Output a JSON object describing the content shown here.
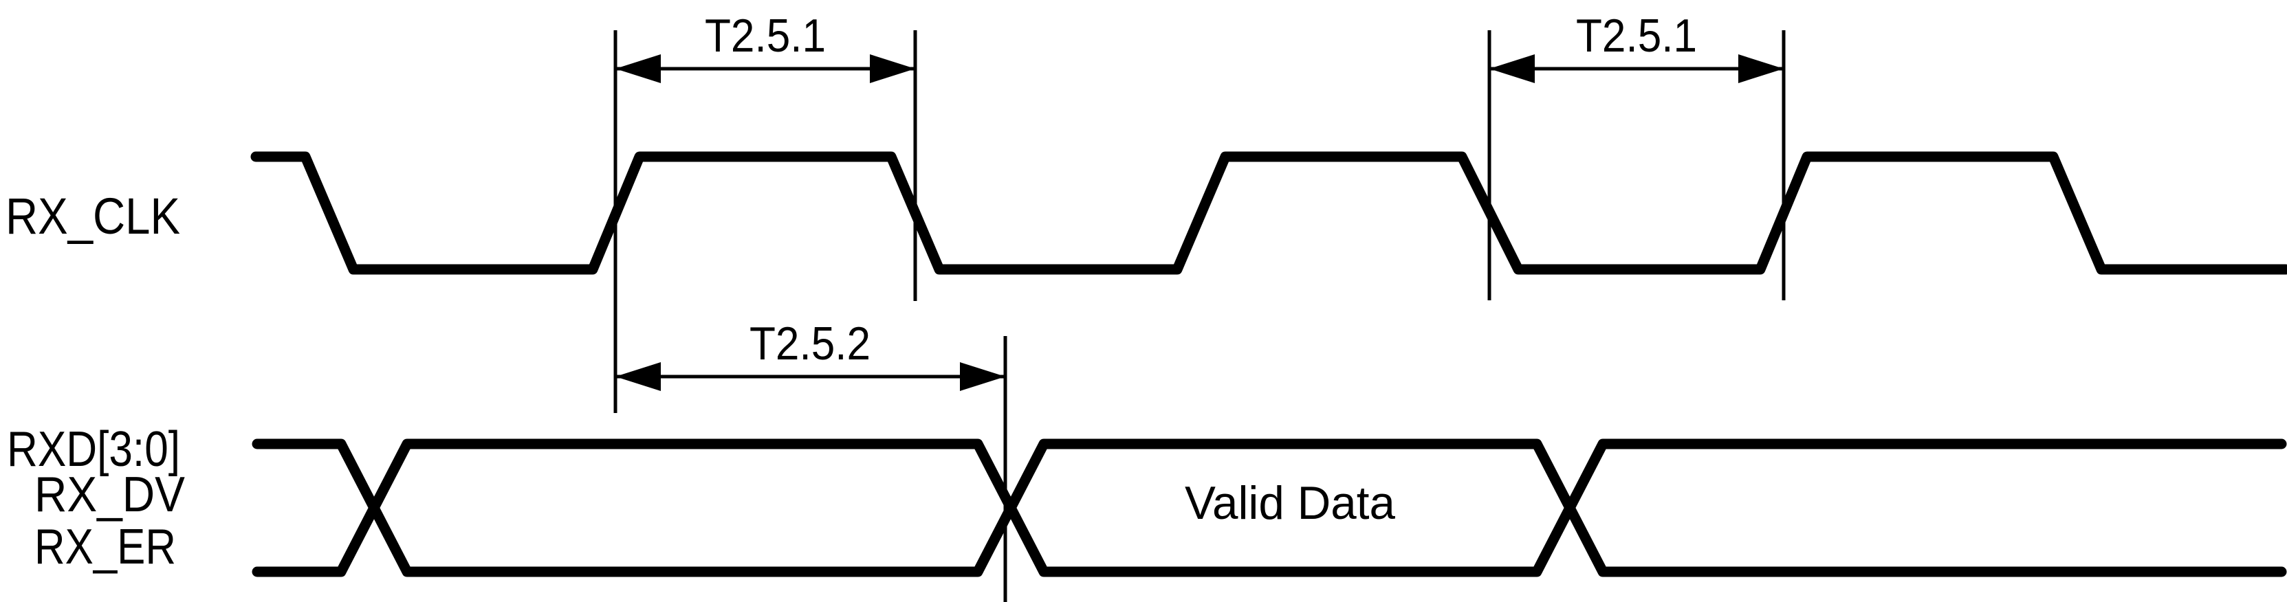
{
  "diagram": {
    "type": "digital-timing-diagram",
    "colors": {
      "ink": "#000000",
      "background": "#ffffff"
    },
    "clock_row": {
      "label": "RX_CLK",
      "waveform": "high-stub, then 3.5 periods: fall, rise, fall, rise, fall, rise, fall, ends low at right edge"
    },
    "bus_row": {
      "labels": [
        "RXD[3:0]",
        "RX_DV",
        "RX_ER"
      ],
      "segments": [
        {
          "value": ""
        },
        {
          "value": ""
        },
        {
          "value": "Valid Data"
        },
        {
          "value": ""
        }
      ],
      "crossover_count": 3
    },
    "annotations": [
      {
        "id": "t251-high-time",
        "label": "T2.5.1",
        "measures": "clock high pulse width (first full pulse)"
      },
      {
        "id": "t252-setup",
        "label": "T2.5.2",
        "measures": "clock rising edge to data transition"
      },
      {
        "id": "t251-low-time",
        "label": "T2.5.1",
        "measures": "clock low pulse width (second annotation)"
      }
    ]
  }
}
